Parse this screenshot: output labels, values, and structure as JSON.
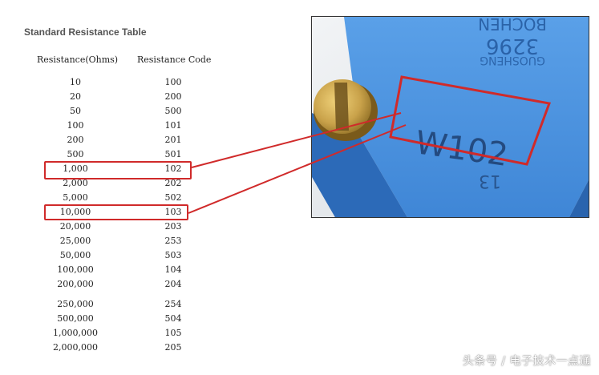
{
  "document": {
    "title": "Standard Resistance Table",
    "columns": [
      "Resistance(Ohms)",
      "Resistance Code"
    ],
    "rows": [
      {
        "resistance": "10",
        "code": "100"
      },
      {
        "resistance": "20",
        "code": "200"
      },
      {
        "resistance": "50",
        "code": "500"
      },
      {
        "resistance": "100",
        "code": "101"
      },
      {
        "resistance": "200",
        "code": "201"
      },
      {
        "resistance": "500",
        "code": "501"
      },
      {
        "resistance": "1,000",
        "code": "102"
      },
      {
        "resistance": "2,000",
        "code": "202"
      },
      {
        "resistance": "5,000",
        "code": "502"
      },
      {
        "resistance": "10,000",
        "code": "103"
      },
      {
        "resistance": "20,000",
        "code": "203"
      },
      {
        "resistance": "25,000",
        "code": "253"
      },
      {
        "resistance": "50,000",
        "code": "503"
      },
      {
        "resistance": "100,000",
        "code": "104"
      },
      {
        "resistance": "200,000",
        "code": "204"
      },
      {
        "resistance": "250,000",
        "code": "254"
      },
      {
        "resistance": "500,000",
        "code": "504"
      },
      {
        "resistance": "1,000,000",
        "code": "105"
      },
      {
        "resistance": "2,000,000",
        "code": "205"
      }
    ],
    "highlighted_rows": [
      "1,000",
      "10,000"
    ]
  },
  "photo": {
    "subject": "blue trimmer potentiometer",
    "marking_code": "W102",
    "marking_lines": [
      "BOCHEN",
      "3296",
      "GUOSHENG"
    ],
    "bottom_mark": "13",
    "colors": {
      "body": "#4a8fd8",
      "body_dark": "#2f6fbf",
      "screw": "#c9a24a"
    }
  },
  "watermark": "头条号 / 电子技术一点通",
  "colors": {
    "highlight": "#d02a2a",
    "title_text": "#555555",
    "table_text": "#222222"
  }
}
